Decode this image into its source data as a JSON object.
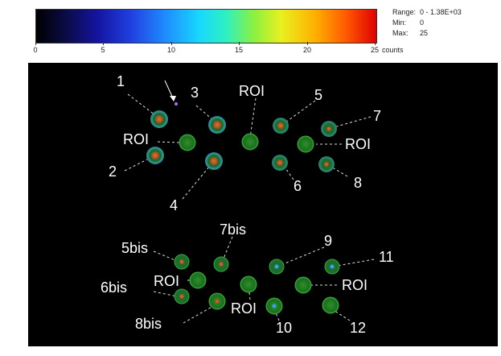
{
  "colorbar": {
    "ticks": [
      "0",
      "5",
      "10",
      "15",
      "20",
      "25"
    ],
    "units": "counts",
    "range_label": "Range:",
    "range_value": "0  -  1.38E+03",
    "min_label": "Min:",
    "min_value": "0",
    "max_label": "Max:",
    "max_value": "25"
  },
  "annotations": {
    "n1": "1",
    "n2": "2",
    "n3": "3",
    "n4": "4",
    "n5": "5",
    "n6": "6",
    "n7": "7",
    "n8": "8",
    "n9": "9",
    "n10": "10",
    "n11": "11",
    "n12": "12",
    "n5bis": "5bis",
    "n6bis": "6bis",
    "n7bis": "7bis",
    "n8bis": "8bis",
    "roi": "ROI"
  },
  "colors": {
    "background": "#000000",
    "roi_green": "#1f7a1f",
    "roi_edge": "#3aa83a",
    "hot_spot": "#c8642a",
    "rim_cyan": "#3aa0a0"
  }
}
